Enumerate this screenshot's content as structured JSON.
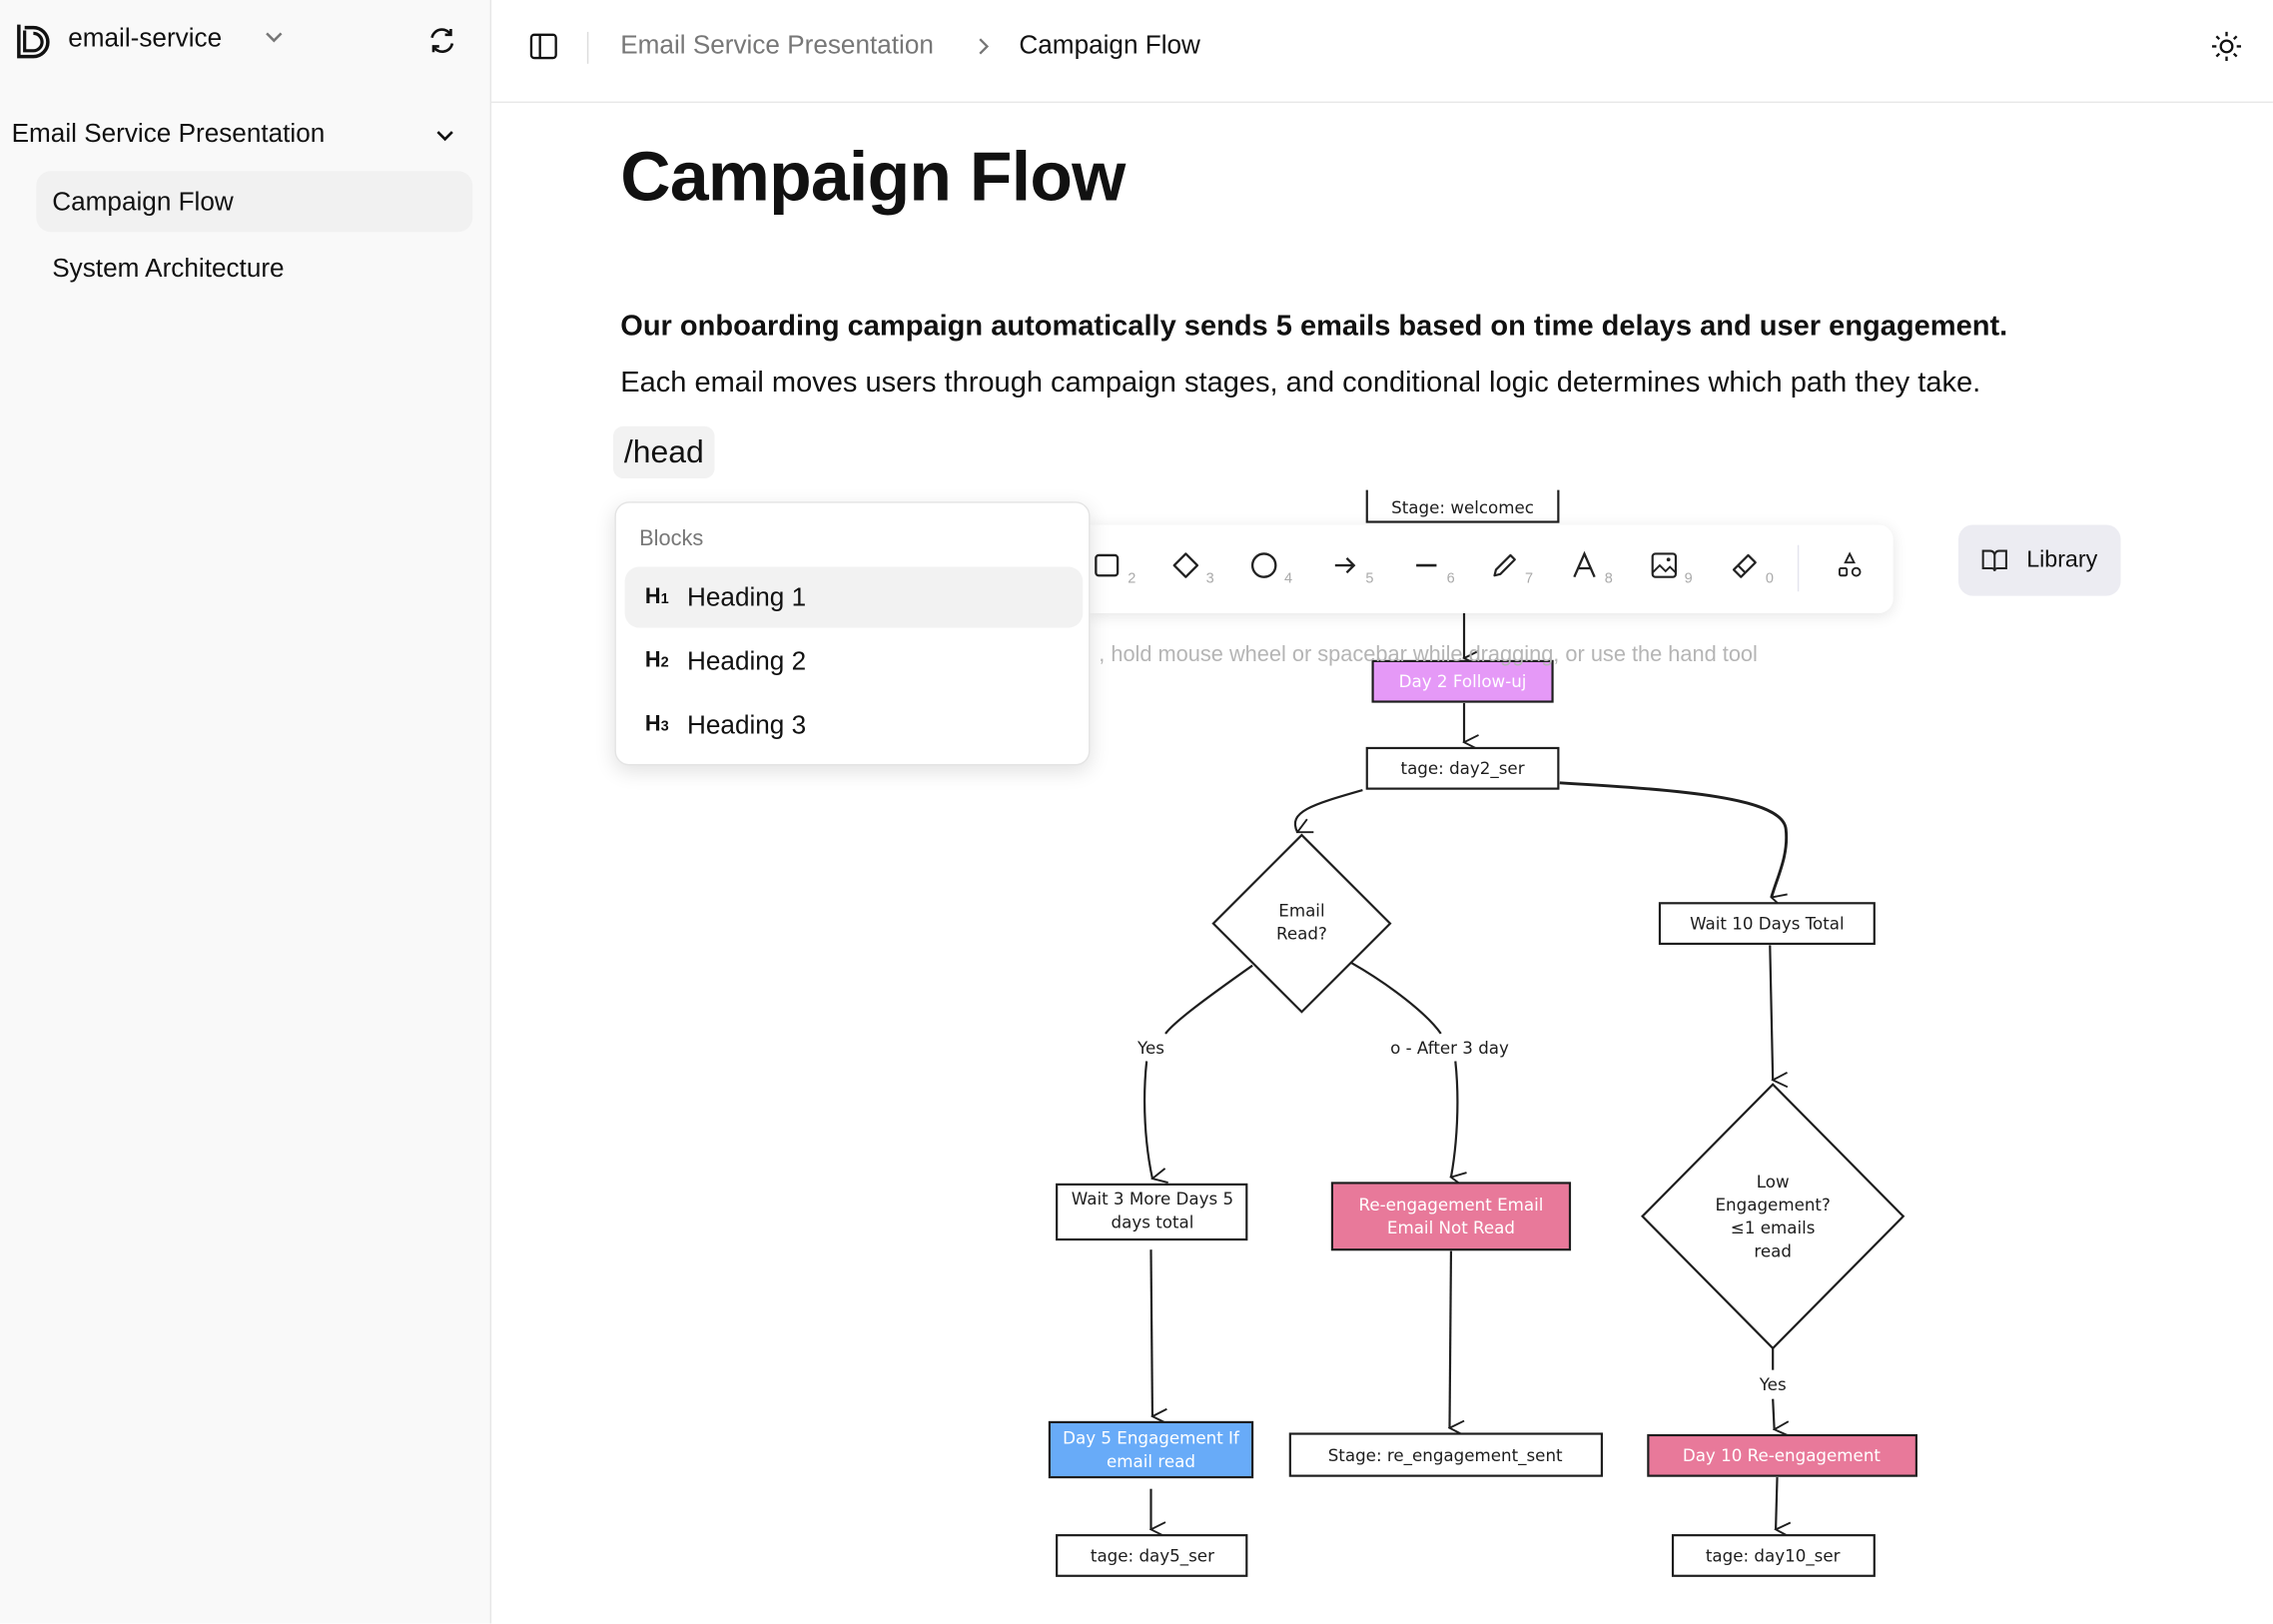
{
  "sidebar": {
    "workspace": "email-service",
    "section": "Email Service Presentation",
    "items": [
      {
        "label": "Campaign Flow",
        "active": true
      },
      {
        "label": "System Architecture",
        "active": false
      }
    ]
  },
  "header": {
    "breadcrumb": [
      "Email Service Presentation",
      "Campaign Flow"
    ]
  },
  "page": {
    "title": "Campaign Flow",
    "lead": "Our onboarding campaign automatically sends 5 emails based on time delays and user engagement.",
    "body": "Each email moves users through campaign stages, and conditional logic determines which path they take.",
    "command_input": "/head"
  },
  "slash_menu": {
    "title": "Blocks",
    "items": [
      {
        "tag": "H",
        "level": "1",
        "label": "Heading 1",
        "selected": true
      },
      {
        "tag": "H",
        "level": "2",
        "label": "Heading 2",
        "selected": false
      },
      {
        "tag": "H",
        "level": "3",
        "label": "Heading 3",
        "selected": false
      }
    ]
  },
  "toolbar": {
    "tools": [
      {
        "icon": "rectangle-icon",
        "key": "2"
      },
      {
        "icon": "diamond-icon",
        "key": "3"
      },
      {
        "icon": "ellipse-icon",
        "key": "4"
      },
      {
        "icon": "arrow-icon",
        "key": "5"
      },
      {
        "icon": "line-icon",
        "key": "6"
      },
      {
        "icon": "pencil-icon",
        "key": "7"
      },
      {
        "icon": "text-icon",
        "key": "8"
      },
      {
        "icon": "image-icon",
        "key": "9"
      },
      {
        "icon": "eraser-icon",
        "key": "0"
      }
    ],
    "more_icon": "shapes-icon",
    "library": "Library",
    "hint": ", hold mouse wheel or spacebar while dragging, or use the hand tool"
  },
  "diagram": {
    "colors": {
      "purple": "#e599f7",
      "pink": "#e8799a",
      "blue": "#68abf8",
      "stroke": "#1e1e1e"
    },
    "nodes": {
      "stage_welcome": "Stage: welcomec",
      "day2": "Day 2 Follow-uj",
      "stage_day2": "tage: day2_ser",
      "email_read": [
        "Email",
        "Read?"
      ],
      "wait10": "Wait 10 Days Total",
      "wait3": [
        "Wait 3 More Days 5",
        "days total"
      ],
      "reengage": [
        "Re-engagement Email",
        "Email Not Read"
      ],
      "low_eng": [
        "Low",
        "Engagement?",
        "≤1 emails",
        "read"
      ],
      "day5": [
        "Day 5 Engagement If",
        "email read"
      ],
      "stage_reengage": "Stage: re_engagement_sent",
      "day10": "Day 10 Re-engagement",
      "stage_day5": "tage: day5_ser",
      "stage_day10": "tage: day10_ser"
    },
    "labels": {
      "yes": "Yes",
      "no": "o - After 3 day",
      "yes2": "Yes"
    }
  }
}
